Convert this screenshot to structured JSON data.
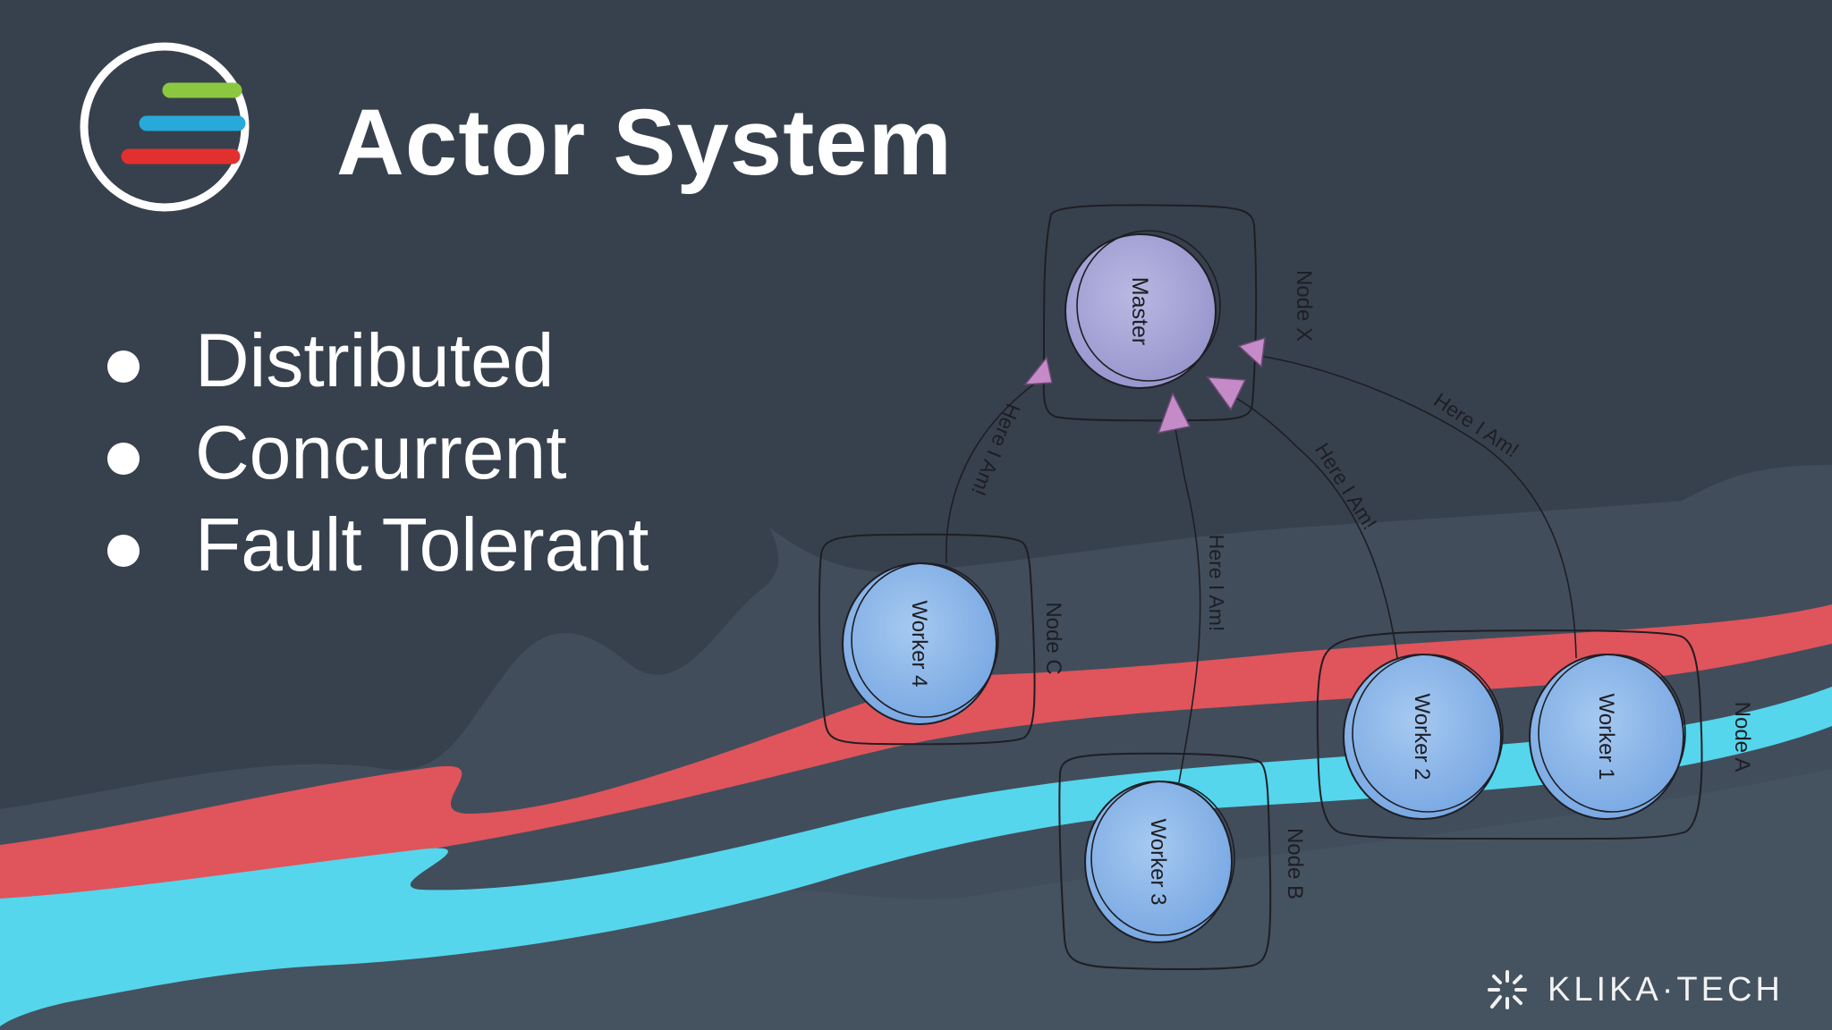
{
  "slide": {
    "title": "Actor System",
    "bullets": [
      "Distributed",
      "Concurrent",
      "Fault Tolerant"
    ]
  },
  "logo": {
    "icon": "stacked-lines-logo-icon"
  },
  "brand": {
    "name": "KLIKA·TECH",
    "icon": "spark-burst-icon"
  },
  "diagram": {
    "actors": {
      "master": "Master",
      "worker1": "Worker 1",
      "worker2": "Worker 2",
      "worker3": "Worker 3",
      "worker4": "Worker 4"
    },
    "nodes": {
      "x": "Node X",
      "a": "Node A",
      "b": "Node B",
      "c": "Node C"
    },
    "messages": {
      "worker4": "Here I Am!",
      "worker3": "Here I Am!",
      "worker2": "Here I Am!",
      "worker1": "Here I Am!"
    }
  },
  "colors": {
    "background": "#37414d",
    "wave_red": "#e0545b",
    "wave_cyan": "#55d6ec",
    "master_fill": "#a7a6d6",
    "worker_fill": "#8ab7e8",
    "arrowhead": "#c58bc8",
    "logo_green": "#8cc83f",
    "logo_blue": "#27a9d9",
    "logo_red": "#e2302f"
  }
}
